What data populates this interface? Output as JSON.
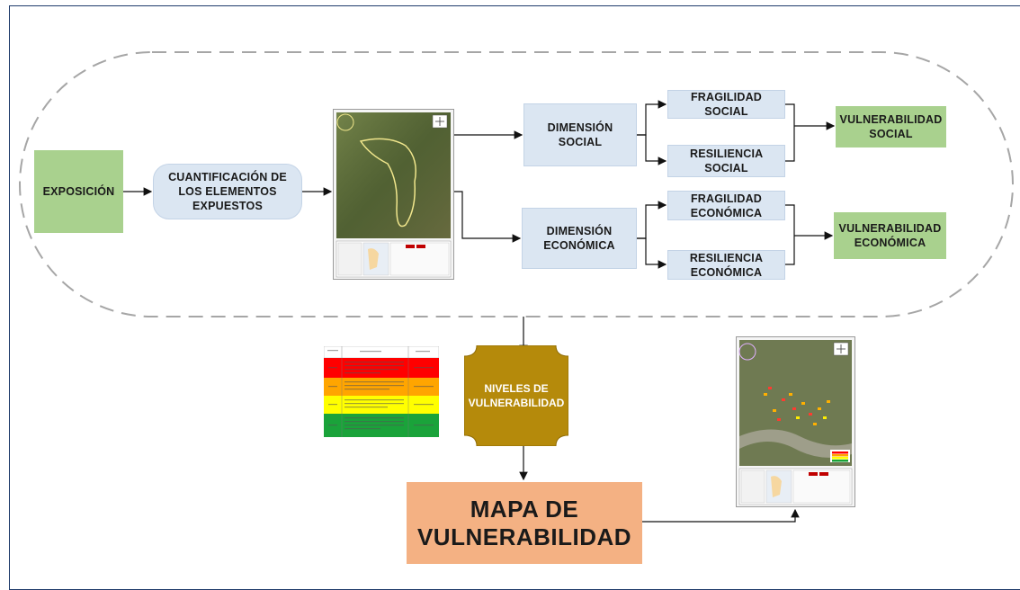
{
  "nodes": {
    "exposicion": "EXPOSICIÓN",
    "cuantificacion": "CUANTIFICACIÓN DE LOS ELEMENTOS EXPUESTOS",
    "dimension_social": "DIMENSIÓN SOCIAL",
    "dimension_economica": "DIMENSIÓN ECONÓMICA",
    "fragilidad_social": "FRAGILIDAD SOCIAL",
    "resiliencia_social": "RESILIENCIA SOCIAL",
    "fragilidad_economica": "FRAGILIDAD ECONÓMICA",
    "resiliencia_economica": "RESILIENCIA ECONÓMICA",
    "vulnerabilidad_social": "VULNERABILIDAD SOCIAL",
    "vulnerabilidad_economica": "VULNERABILIDAD ECONÓMICA",
    "niveles": "NIVELES DE VULNERABILIDAD",
    "mapa": "MAPA DE VULNERABILIDAD"
  },
  "colors": {
    "green": "#a9d18e",
    "blue": "#dbe6f2",
    "gold": "#b58a0b",
    "salmon": "#f4b183",
    "level_very_high": "#ff0000",
    "level_high": "#ffa500",
    "level_medium": "#ffff00",
    "level_low": "#1aa33a"
  }
}
